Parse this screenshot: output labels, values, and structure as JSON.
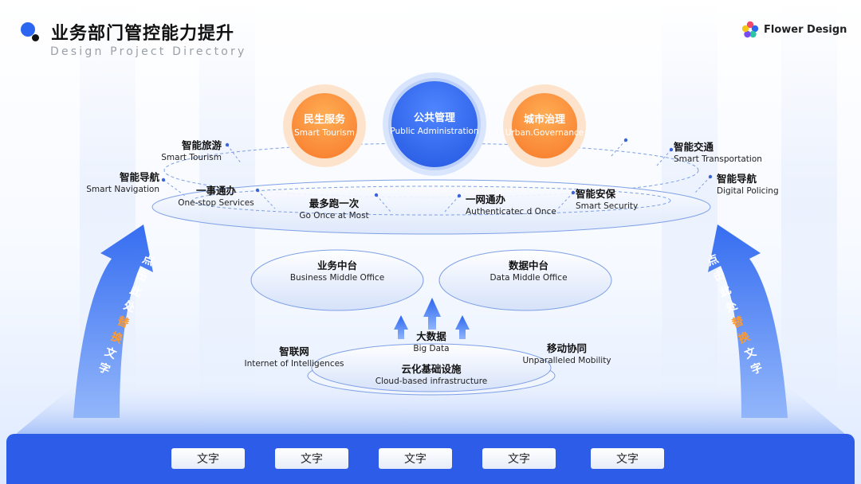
{
  "header": {
    "title": "业务部门管控能力提升",
    "subtitle": "Design Project Directory",
    "logo_text": "Flower Design"
  },
  "colors": {
    "blue": "#2c66f0",
    "orange": "#f7882b",
    "bar": "#2c5ce8"
  },
  "top_circles": [
    {
      "cn": "民生服务",
      "en": "Smart Tourism"
    },
    {
      "cn": "公共管理",
      "en": "Public Administration"
    },
    {
      "cn": "城市治理",
      "en": "Urban.Governance"
    }
  ],
  "ring_labels": {
    "smart_tourism": {
      "cn": "智能旅游",
      "en": "Smart Tourism"
    },
    "smart_navigation": {
      "cn": "智能导航",
      "en": "Smart Navigation"
    },
    "one_stop": {
      "cn": "一事通办",
      "en": "One-stop Services"
    },
    "go_once": {
      "cn": "最多跑一次",
      "en": "Go Once at Most"
    },
    "one_network": {
      "cn": "一网通办",
      "en": "Authenticatec d Once"
    },
    "smart_security": {
      "cn": "智能安保",
      "en": "Smart Security"
    },
    "smart_transport": {
      "cn": "智能交通",
      "en": "Smart Transportation"
    },
    "digital_policing": {
      "cn": "智能导航",
      "en": "Digital Policing"
    }
  },
  "middle": {
    "business": {
      "cn": "业务中台",
      "en": "Business Middle Office"
    },
    "data": {
      "cn": "数据中台",
      "en": "Data Middle Office"
    }
  },
  "base": {
    "big_data": {
      "cn": "大数据",
      "en": "Big Data"
    },
    "iot": {
      "cn": "智联网",
      "en": "Internet of Intelligences"
    },
    "mobility": {
      "cn": "移动协同",
      "en": "Unparalleled Mobility"
    },
    "cloud": {
      "cn": "云化基础设施",
      "en": "Cloud-based infrastructure"
    }
  },
  "side_arrows": {
    "left": [
      "点",
      "击",
      "此",
      "处",
      "替",
      "换",
      "文",
      "字"
    ],
    "right": [
      "点",
      "击",
      "此",
      "处",
      "替",
      "换",
      "文",
      "字"
    ]
  },
  "bottom_buttons": [
    "文字",
    "文字",
    "文字",
    "文字",
    "文字"
  ]
}
